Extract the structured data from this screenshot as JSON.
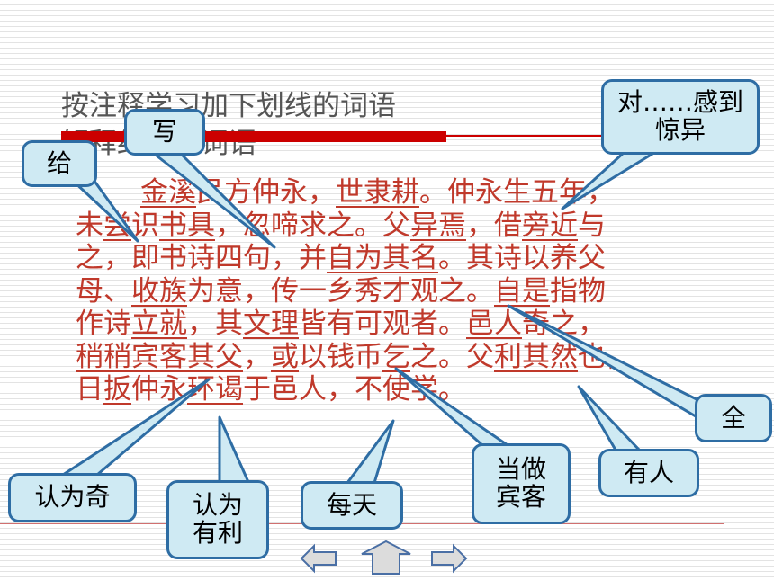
{
  "heading": {
    "line1": "按注释学习加下划线的词语",
    "line2": "解释红色的词语"
  },
  "passage": {
    "lines": [
      [
        {
          "t": "金溪",
          "u": true
        },
        {
          "t": "民方仲永，"
        },
        {
          "t": "世",
          "u": true
        },
        {
          "t": "隶耕",
          "u": true
        },
        {
          "t": "。仲永生五年，"
        }
      ],
      [
        {
          "t": "未"
        },
        {
          "t": "尝",
          "u": true
        },
        {
          "t": "识"
        },
        {
          "t": "书具",
          "u": true
        },
        {
          "t": "，忽啼求之。父"
        },
        {
          "t": "异焉",
          "u": true
        },
        {
          "t": "，借"
        },
        {
          "t": "旁近",
          "u": true
        },
        {
          "t": "与"
        }
      ],
      [
        {
          "t": "之，即书诗四句，并"
        },
        {
          "t": "自为其名",
          "u": true
        },
        {
          "t": "。其诗以养父"
        }
      ],
      [
        {
          "t": "母、"
        },
        {
          "t": "收族",
          "u": true
        },
        {
          "t": "为意，传一乡秀才观之。"
        },
        {
          "t": "自是",
          "u": true
        },
        {
          "t": "指物"
        }
      ],
      [
        {
          "t": "作诗"
        },
        {
          "t": "立就",
          "u": true
        },
        {
          "t": "，其"
        },
        {
          "t": "文理",
          "u": true
        },
        {
          "t": "皆有可观者。"
        },
        {
          "t": "邑人",
          "u": true
        },
        {
          "t": "奇之，"
        }
      ],
      [
        {
          "t": "稍稍",
          "u": true
        },
        {
          "t": "宾客",
          "u": true
        },
        {
          "t": "其父",
          "u": true
        },
        {
          "t": "，"
        },
        {
          "t": "或",
          "u": true
        },
        {
          "t": "以钱币"
        },
        {
          "t": "乞",
          "u": true
        },
        {
          "t": "之。父"
        },
        {
          "t": "利",
          "u": true
        },
        {
          "t": "其然",
          "u": true
        },
        {
          "t": "也，"
        }
      ],
      [
        {
          "t": "日"
        },
        {
          "t": "扳",
          "u": true
        },
        {
          "t": "仲永"
        },
        {
          "t": "环谒",
          "u": true
        },
        {
          "t": "于邑人，不使学。"
        }
      ]
    ]
  },
  "callouts": {
    "gei": "给",
    "xie": "写",
    "dui": "对……感到惊异",
    "quan": "全",
    "renweiqi": "认为奇",
    "renweiyouli": "认为有利",
    "meitian": "每天",
    "dangzuo": "当做宾客",
    "youren": "有人"
  },
  "colors": {
    "passage_text": "#c0392b",
    "callout_fill": "#cfeaf3",
    "callout_border": "#2e6da4",
    "red_bar": "#cc0000"
  },
  "icons": [
    "arrow-left-icon",
    "arrow-up-icon",
    "arrow-right-icon"
  ]
}
